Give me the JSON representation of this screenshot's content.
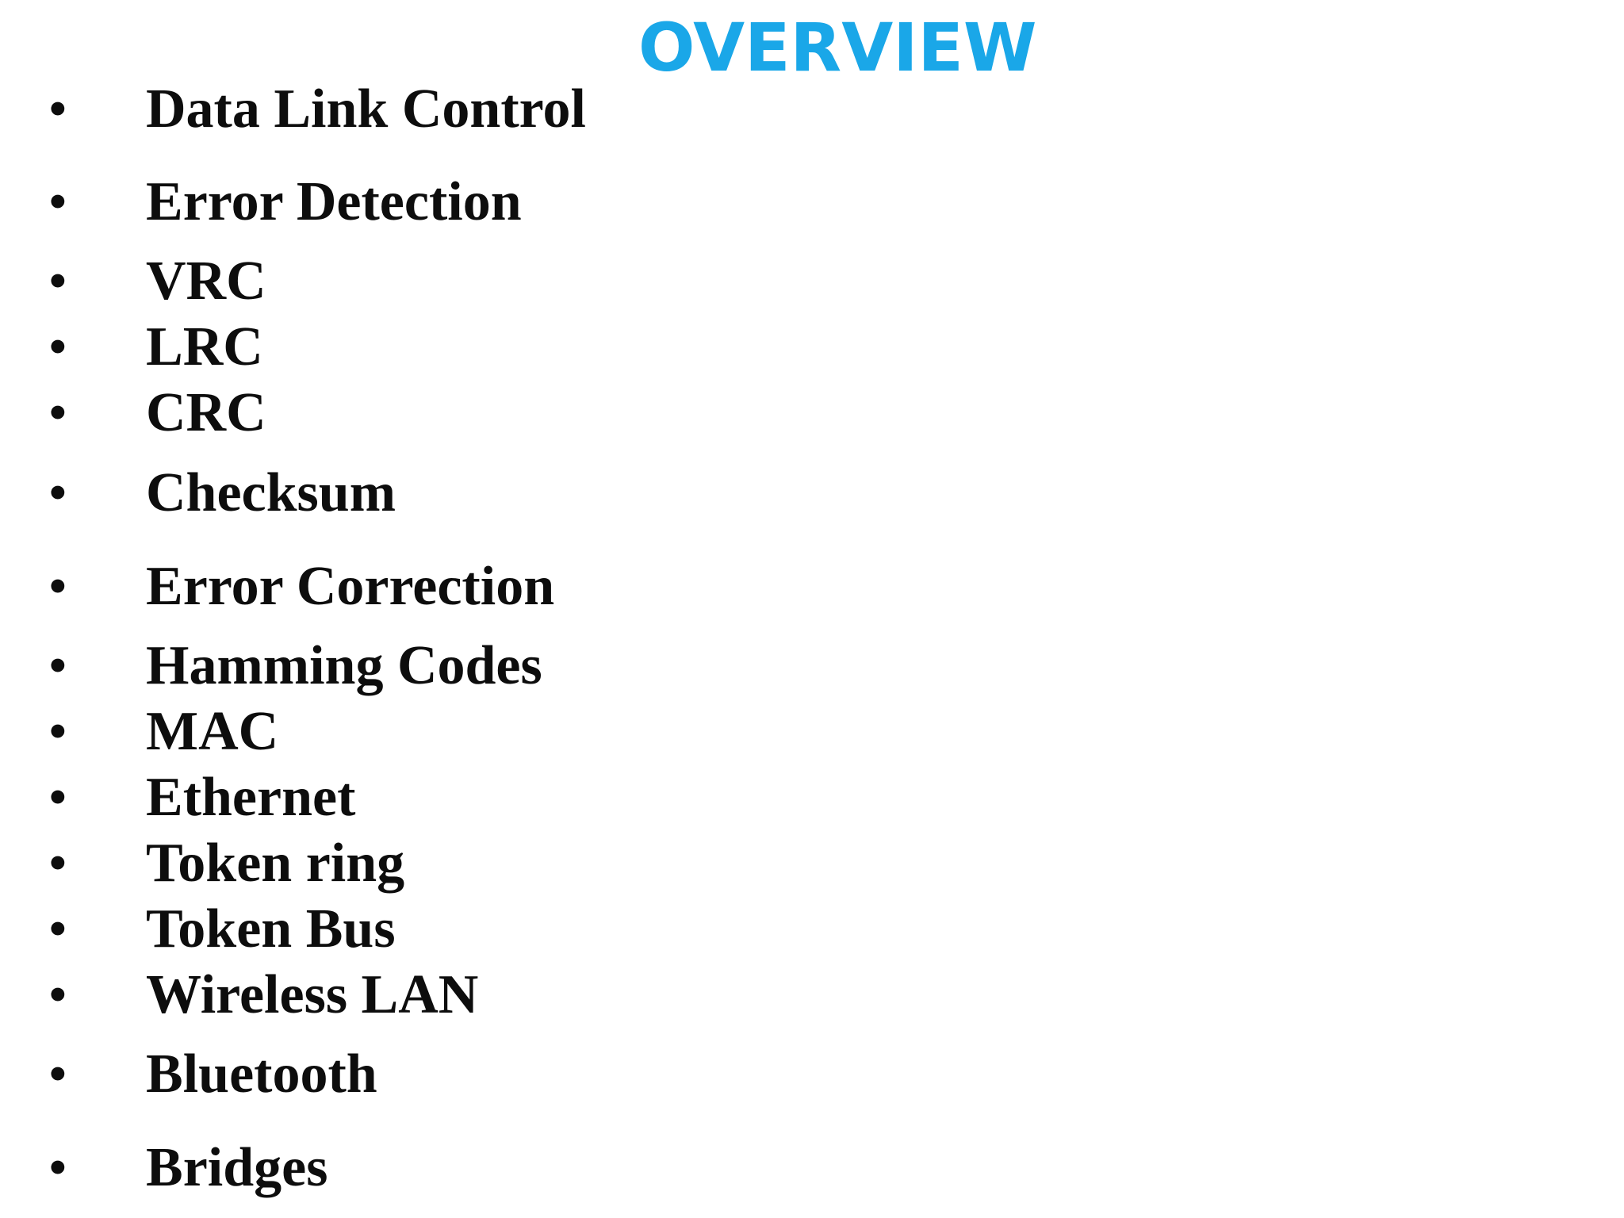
{
  "title": "OVERVIEW",
  "colors": {
    "title": "#1aa7e8",
    "text": "#0d0d0d",
    "background": "#ffffff"
  },
  "bullet_symbol": "•",
  "items": [
    "Data Link Control",
    "Error Detection",
    "VRC",
    "LRC",
    "CRC",
    "Checksum",
    "Error Correction",
    "Hamming Codes",
    "MAC",
    "Ethernet",
    "Token ring",
    "Token Bus",
    "Wireless LAN",
    "Bluetooth",
    "Bridges"
  ]
}
